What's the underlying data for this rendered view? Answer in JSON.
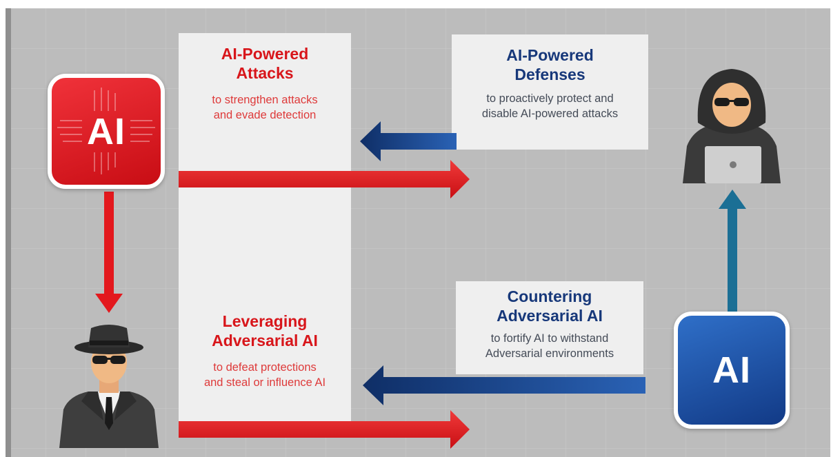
{
  "attacks_panel": {
    "title_line1": "AI-Powered",
    "title_line2": "Attacks",
    "sub_line1": "to strengthen attacks",
    "sub_line2": "and evade detection"
  },
  "adversarial_panel": {
    "title_line1": "Leveraging",
    "title_line2": "Adversarial AI",
    "sub_line1": "to defeat protections",
    "sub_line2": "and steal or influence AI"
  },
  "defenses_box": {
    "title_line1": "AI-Powered",
    "title_line2": "Defenses",
    "sub_line1": "to proactively protect and",
    "sub_line2": "disable AI-powered attacks"
  },
  "countering_box": {
    "title_line1": "Countering",
    "title_line2": "Adversarial AI",
    "sub_line1": "to fortify AI to withstand",
    "sub_line2": "Adversarial environments"
  },
  "ai_attacker_label": "AI",
  "ai_defender_label": "AI",
  "colors": {
    "attack_red": "#e3181d",
    "defense_blue": "#1d4f9c",
    "teal_arrow": "#1b6f95",
    "panel_bg": "#efefef",
    "background": "#bcbcbc"
  }
}
